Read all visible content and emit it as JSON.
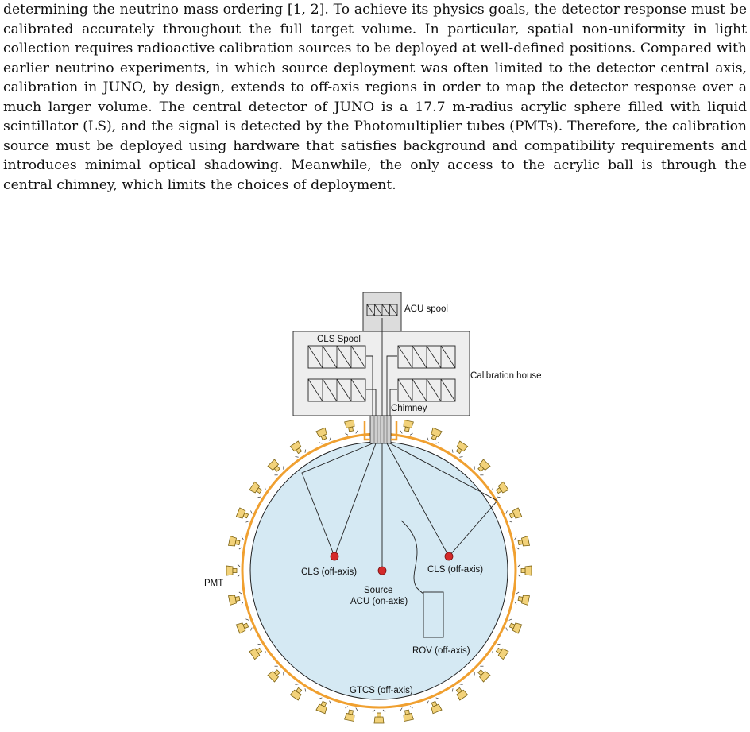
{
  "paragraph": "determining the neutrino mass ordering [1, 2]. To achieve its physics goals, the detector response must be calibrated accurately throughout the full target volume. In particular, spatial non-uniformity in light collection requires radioactive calibration sources to be deployed at well-defined positions. Compared with earlier neutrino experiments, in which source deployment was often limited to the detector central axis, calibration in JUNO, by design, extends to off-axis regions in order to map the detector response over a much larger volume. The central detector of JUNO is a 17.7 m-radius acrylic sphere filled with liquid scintillator (LS), and the signal is detected by the Photomultiplier tubes (PMTs). Therefore, the calibration source must be deployed using hardware that satisfies background and compatibility requirements and introduces minimal optical shadowing. Meanwhile, the only access to the acrylic ball is through the central chimney, which limits the choices of deployment.",
  "figure": {
    "labels": {
      "acu_spool": "ACU spool",
      "cls_spool": "CLS Spool",
      "calibration_house": "Calibration house",
      "chimney": "Chimney",
      "pmt": "PMT",
      "cls_left": "CLS (off-axis)",
      "cls_right": "CLS (off-axis)",
      "source": "Source",
      "acu": "ACU (on-axis)",
      "rov": "ROV (off-axis)",
      "gtcs": "GTCS (off-axis)"
    },
    "colors": {
      "sphere_fill": "#d5e9f3",
      "steel_ring": "#f0a030",
      "pmt_fill": "#f2d27a",
      "source_dot": "#d42a2a",
      "house_fill": "#eeeeee",
      "spool_fill": "#dcdcdc"
    }
  }
}
